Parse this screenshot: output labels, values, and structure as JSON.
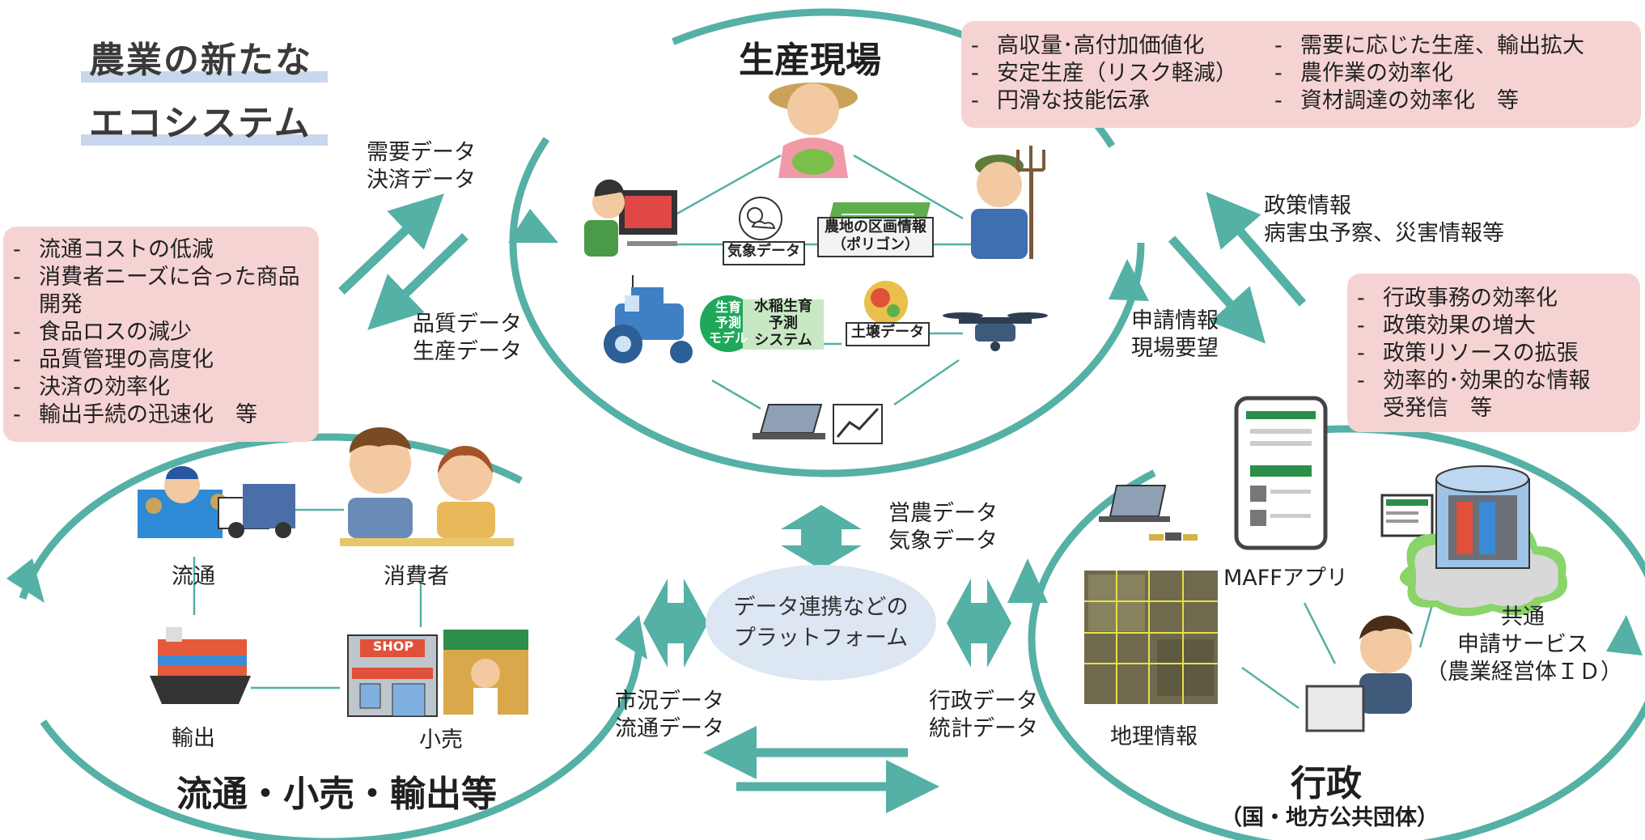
{
  "title": {
    "line1": "農業の新たな",
    "line2": "エコシステム"
  },
  "circles": {
    "production": {
      "title": "生産現場"
    },
    "distribution": {
      "title": "流通・小売・輸出等"
    },
    "government": {
      "title": "行政",
      "subtitle": "（国・地方公共団体）"
    }
  },
  "benefits": {
    "production_col1": [
      "高収量･高付加価値化",
      "安定生産（リスク軽減）",
      "円滑な技能伝承"
    ],
    "production_col2": [
      "需要に応じた生産、輸出拡大",
      "農作業の効率化",
      "資材調達の効率化　等"
    ],
    "distribution": [
      "流通コストの低減",
      "消費者ニーズに合った商品",
      "開発",
      "食品ロスの減少",
      "品質管理の高度化",
      "決済の効率化",
      "輸出手続の迅速化　等"
    ],
    "government": [
      "行政事務の効率化",
      "政策効果の増大",
      "政策リソースの拡張",
      "効率的･効果的な情報",
      "受発信　等"
    ]
  },
  "flows": {
    "demand": [
      "需要データ",
      "決済データ"
    ],
    "quality": [
      "品質データ",
      "生産データ"
    ],
    "policy": [
      "政策情報",
      "病害虫予察、災害情報等"
    ],
    "application": [
      "申請情報",
      "現場要望"
    ],
    "farming": [
      "営農データ",
      "気象データ"
    ],
    "market": [
      "市況データ",
      "流通データ"
    ],
    "admin": [
      "行政データ",
      "統計データ"
    ]
  },
  "platform": {
    "line1": "データ連携などの",
    "line2": "プラットフォーム"
  },
  "production_items": {
    "weather": "気象データ",
    "farmland_line1": "農地の区画情報",
    "farmland_line2": "（ポリゴン）",
    "model_chip": [
      "生育",
      "予測",
      "モデル"
    ],
    "model_line1": "水稲生育",
    "model_line2": "予測",
    "model_line3": "システム",
    "soil": "土壌データ"
  },
  "distribution_nodes": {
    "distribution": "流通",
    "consumer": "消費者",
    "export": "輸出",
    "retail": "小売",
    "shop_sign": "SHOP"
  },
  "government_nodes": {
    "app": "MAFFアプリ",
    "geo": "地理情報",
    "common_line1": "共通",
    "common_line2": "申請サービス",
    "common_line3": "（農業経営体ＩＤ）"
  },
  "colors": {
    "teal": "#55b0a6",
    "pink": "#f6d3d3",
    "platform": "#dde6f3",
    "title_bar": "#c9d7ee"
  }
}
